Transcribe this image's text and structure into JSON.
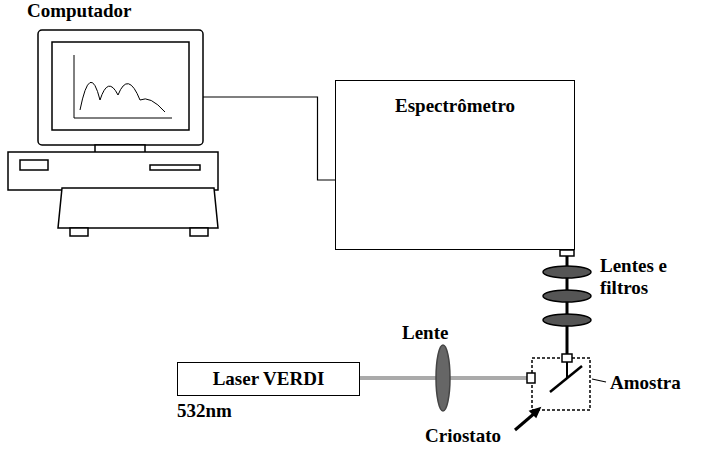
{
  "diagram": {
    "nodes": [
      {
        "text": [
          "Computador"
        ]
      },
      {
        "text": [
          "Espectrômetro"
        ]
      },
      {
        "text": [
          "Laser VERDI"
        ]
      }
    ],
    "edges": [
      {
        "from": 0,
        "to": 1,
        "arrow": "none"
      }
    ],
    "labels": [
      "Lentes e filtros",
      "Lente",
      "532nm",
      "Amostra",
      "Criostato"
    ]
  }
}
